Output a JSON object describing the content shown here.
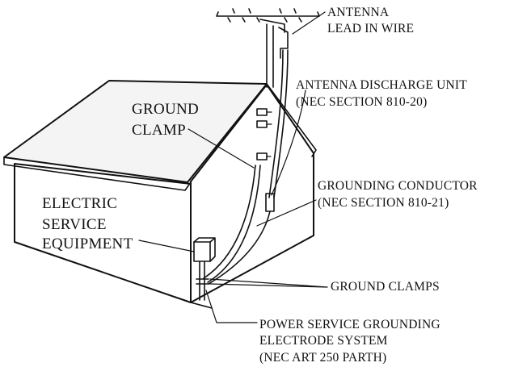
{
  "diagram": {
    "labels": {
      "antenna_lead_in_wire": [
        "ANTENNA",
        "LEAD IN WIRE"
      ],
      "antenna_discharge_unit": [
        "ANTENNA DISCHARGE UNIT",
        "(NEC SECTION 810-20)"
      ],
      "ground_clamp": [
        "GROUND",
        "CLAMP"
      ],
      "grounding_conductor": [
        "GROUNDING CONDUCTOR",
        "(NEC SECTION 810-21)"
      ],
      "electric_service_equipment": [
        "ELECTRIC",
        "SERVICE",
        "EQUIPMENT"
      ],
      "ground_clamps": "GROUND CLAMPS",
      "power_service_grounding": [
        "POWER SERVICE GROUNDING",
        "ELECTRODE SYSTEM",
        "(NEC ART 250 PARTH)"
      ]
    }
  }
}
